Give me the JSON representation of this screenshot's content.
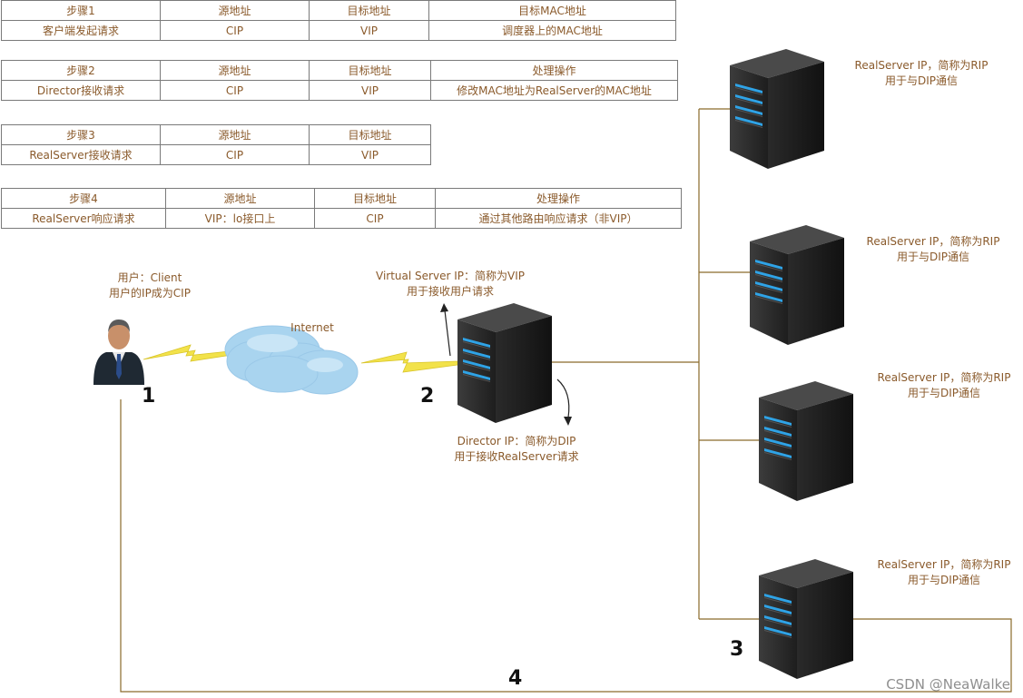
{
  "tables": [
    {
      "headers": [
        "步骤1",
        "源地址",
        "目标地址",
        "目标MAC地址"
      ],
      "row": [
        "客户端发起请求",
        "CIP",
        "VIP",
        "调度器上的MAC地址"
      ]
    },
    {
      "headers": [
        "步骤2",
        "源地址",
        "目标地址",
        "处理操作"
      ],
      "row": [
        "Director接收请求",
        "CIP",
        "VIP",
        "修改MAC地址为RealServer的MAC地址"
      ]
    },
    {
      "headers": [
        "步骤3",
        "源地址",
        "目标地址"
      ],
      "row": [
        "RealServer接收请求",
        "CIP",
        "VIP"
      ]
    },
    {
      "headers": [
        "步骤4",
        "源地址",
        "目标地址",
        "处理操作"
      ],
      "row": [
        "RealServer响应请求",
        "VIP：lo接口上",
        "CIP",
        "通过其他路由响应请求（非VIP）"
      ]
    }
  ],
  "client": {
    "line1": "用户：Client",
    "line2": "用户的IP成为CIP"
  },
  "internet_label": "Internet",
  "vip_label": {
    "line1": "Virtual  Server  IP：简称为VIP",
    "line2": "用于接收用户请求"
  },
  "dip_label": {
    "line1": "Director  IP：简称为DIP",
    "line2": "用于接收RealServer请求"
  },
  "realservers": [
    {
      "line1": "RealServer IP，简称为RIP",
      "line2": "用于与DIP通信"
    },
    {
      "line1": "RealServer IP，简称为RIP",
      "line2": "用于与DIP通信"
    },
    {
      "line1": "RealServer IP，简称为RIP",
      "line2": "用于与DIP通信"
    },
    {
      "line1": "RealServer IP，简称为RIP",
      "line2": "用于与DIP通信"
    }
  ],
  "step_numbers": [
    "1",
    "2",
    "3",
    "4"
  ],
  "watermark": "CSDN @NeaWalke",
  "colors": {
    "line": "#8a6a2a",
    "text": "#8a5a2b",
    "led": "#2fa3e6",
    "cloud": "#a9d4ef",
    "bolt": "#f2e24a"
  }
}
